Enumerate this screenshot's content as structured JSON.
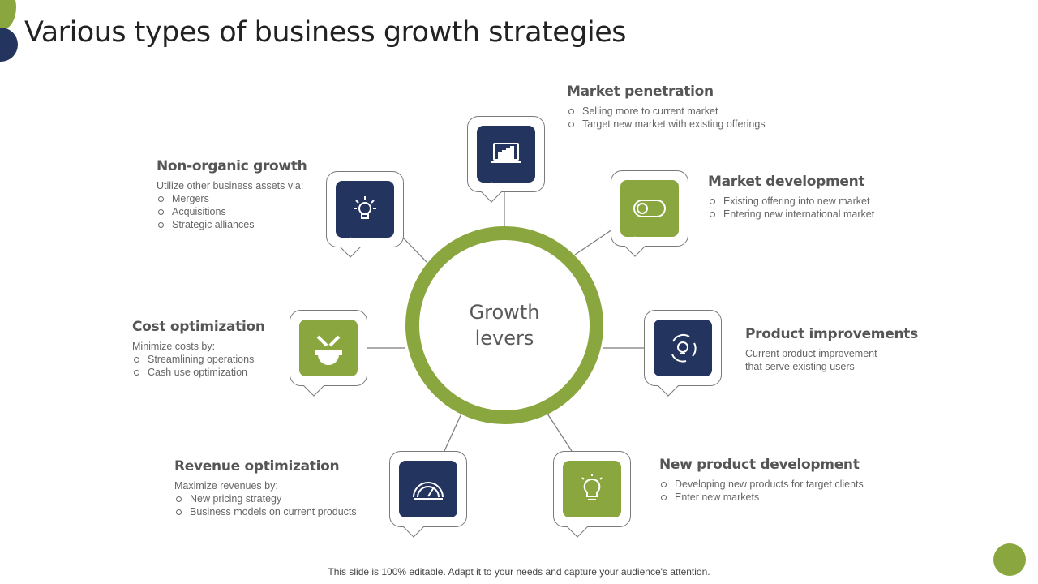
{
  "title": "Various types of business growth strategies",
  "center": {
    "line1": "Growth",
    "line2": "levers"
  },
  "colors": {
    "green": "#8aa63e",
    "navy": "#23355f"
  },
  "strategies": [
    {
      "name": "Market penetration",
      "icon": "chart-monitor-icon",
      "intro": "",
      "bullets": [
        "Selling more to current market",
        "Target  new market with existing offerings"
      ]
    },
    {
      "name": "Market development",
      "icon": "toggle-switch-icon",
      "intro": "",
      "bullets": [
        "Existing offering  into new market",
        "Entering new international  market"
      ]
    },
    {
      "name": "Product improvements",
      "icon": "cycle-lightbulb-icon",
      "intro": "Current  product improvement",
      "intro2": "that serve  existing users",
      "bullets": []
    },
    {
      "name": "New product development",
      "icon": "lightbulb-icon",
      "intro": "",
      "bullets": [
        "Developing  new products for target clients",
        "Enter new markets"
      ]
    },
    {
      "name": "Revenue optimization",
      "icon": "speedometer-icon",
      "intro": "Maximize revenues  by:",
      "bullets": [
        "New pricing strategy",
        "Business models on current products"
      ]
    },
    {
      "name": "Cost optimization",
      "icon": "tools-gear-icon",
      "intro": "Minimize costs by:",
      "bullets": [
        "Streamlining operations",
        "Cash use optimization"
      ]
    },
    {
      "name": "Non-organic growth",
      "icon": "bulb-gear-icon",
      "intro": "Utilize other business assets via:",
      "bullets": [
        "Mergers",
        "Acquisitions",
        "Strategic alliances"
      ]
    }
  ],
  "footer": "This slide is 100% editable. Adapt it to your needs and capture your audience's attention."
}
